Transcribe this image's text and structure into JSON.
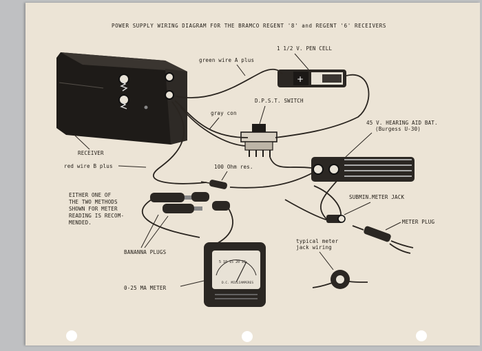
{
  "title": "POWER SUPPLY WIRING DIAGRAM FOR THE BRAMCO REGENT '8' and REGENT '6' RECEIVERS",
  "labels": {
    "receiver": "RECEIVER",
    "green_wire": "green wire A plus",
    "pen_cell": "1 1/2 V. PEN CELL",
    "dpst_switch": "D.P.S.T. SWITCH",
    "gray_con": "gray con",
    "hearing_bat_line1": "45 V. HEARING AID BAT.",
    "hearing_bat_line2": "(Burgess U-30)",
    "red_wire": "red wire B plus",
    "resistor": "100 Ohm res.",
    "either_line1": "EITHER ONE OF",
    "either_line2": "THE TWO METHODS",
    "either_line3": "SHOWN FOR METER",
    "either_line4": "READING IS RECOM-",
    "either_line5": "MENDED.",
    "submin_jack": "SUBMIN.METER JACK",
    "meter_plug": "METER PLUG",
    "banana_plugs": "BANANNA PLUGS",
    "typical_line1": "typical meter",
    "typical_line2": "jack wiring",
    "meter": "0-25 MA METER",
    "meter_face": "D.C. MILLIAMPERES",
    "meter_scale": "5 10 15 20 25",
    "pen_cell_mark": "+"
  }
}
